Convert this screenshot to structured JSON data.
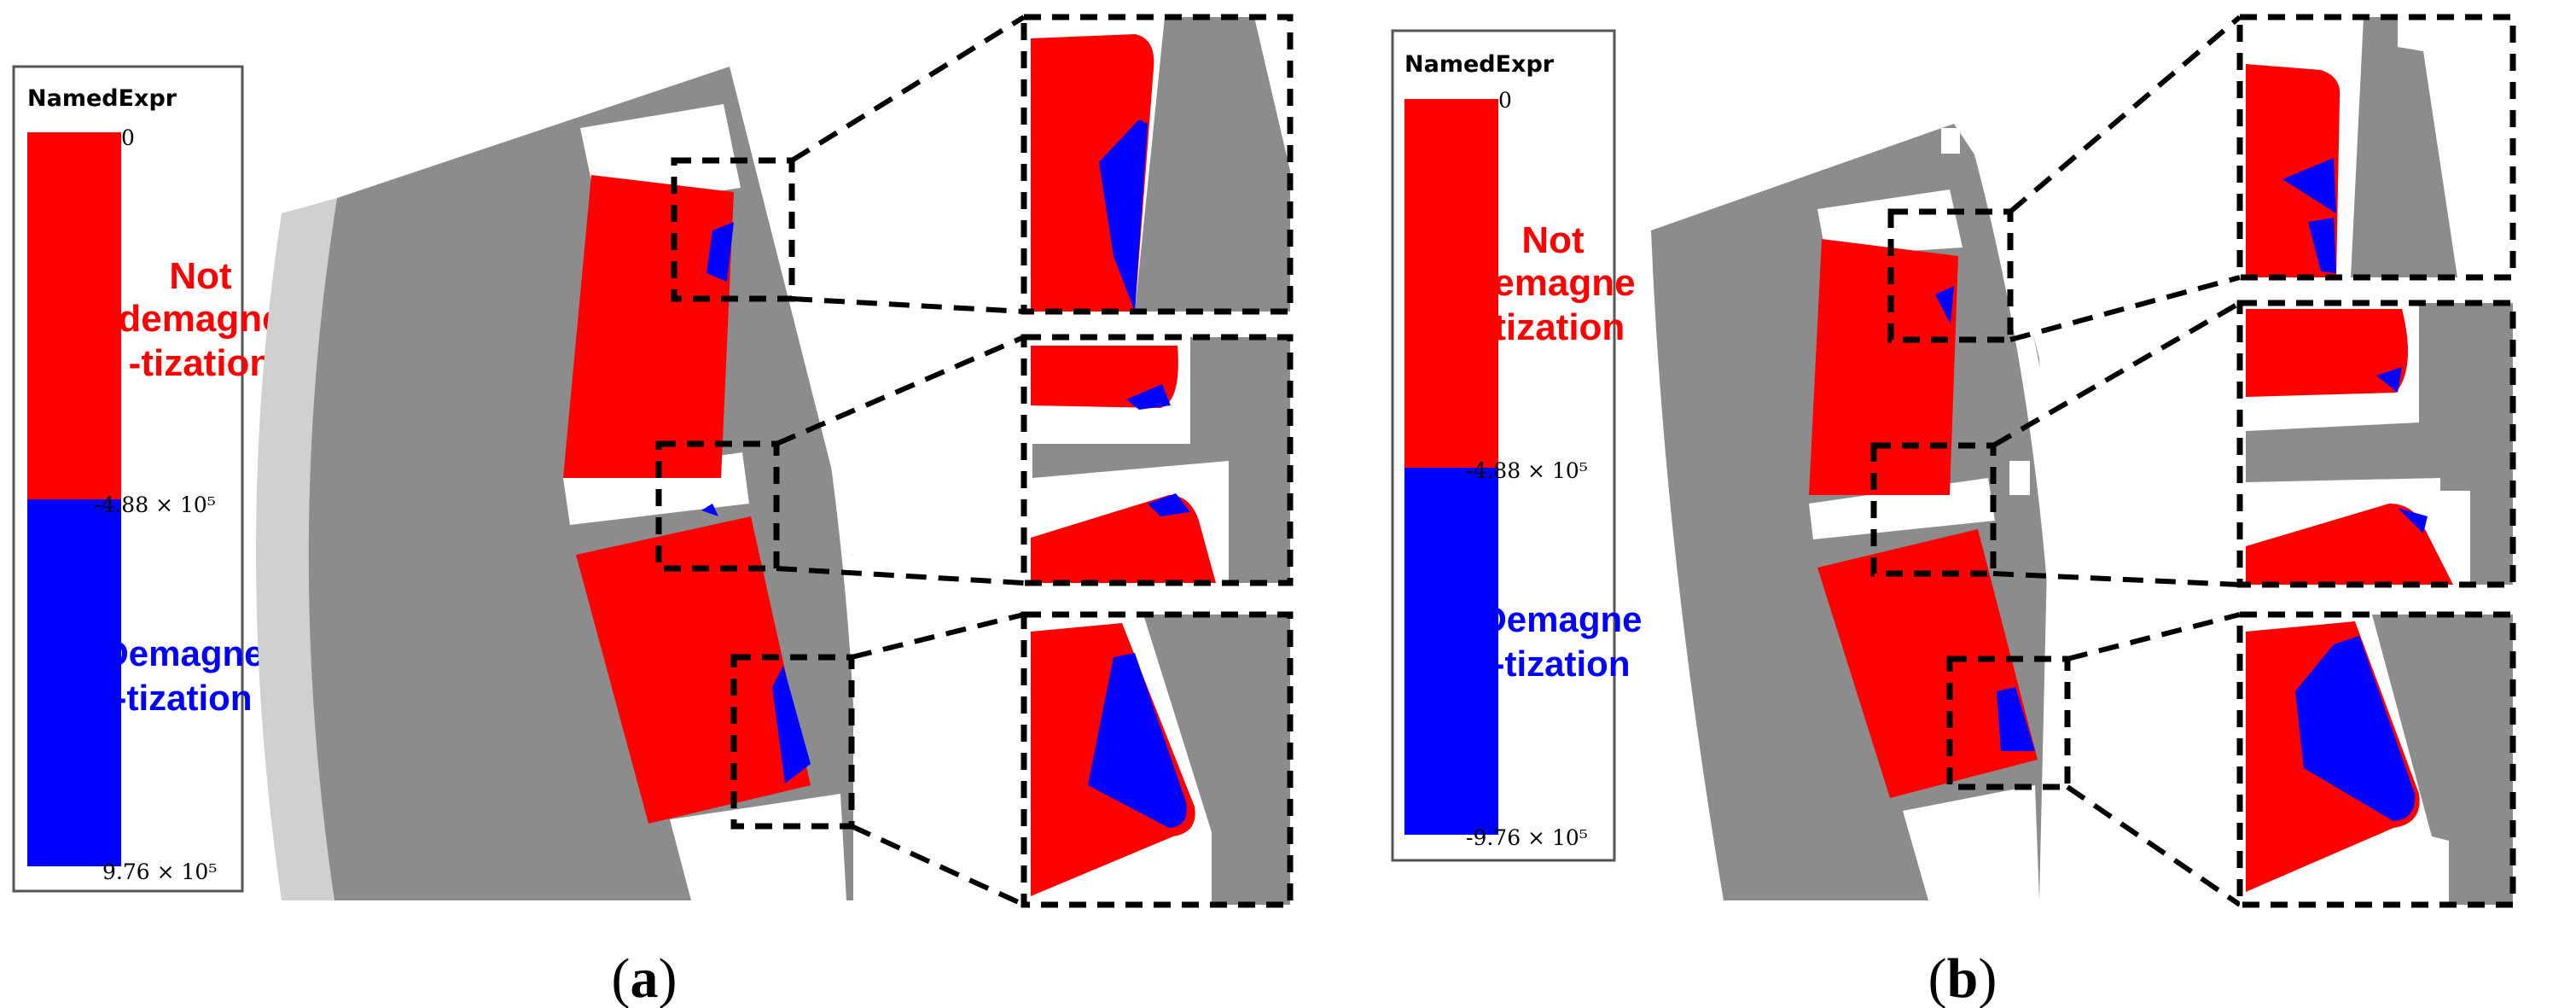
{
  "panels": [
    {
      "id": "a",
      "legend": {
        "title": "NamedExpr",
        "tick_top": "0",
        "tick_mid": "-4.88 × 10⁵",
        "tick_bottom": "9.76 × 10⁵",
        "red_label_lines": [
          "Not",
          "demagne",
          "-tization"
        ],
        "blue_label_lines": [
          "Demagne",
          "-tization"
        ]
      },
      "caption": {
        "open": "(",
        "letter": "a",
        "close": ")"
      }
    },
    {
      "id": "b",
      "legend": {
        "title": "NamedExpr",
        "tick_top": "0",
        "tick_mid": "-4.88 × 10⁵",
        "tick_bottom": "-9.76 × 10⁵",
        "red_label_lines": [
          "Not",
          "demagne",
          "-tization"
        ],
        "blue_label_lines": [
          "Demagne",
          "-tization"
        ]
      },
      "caption": {
        "open": "(",
        "letter": "b",
        "close": ")"
      }
    }
  ],
  "colors": {
    "not_demagnetization": "#ff0000",
    "demagnetization": "#0000ff",
    "stator_core": "#8c8c8c",
    "outer_ring": "#d0d0d0"
  }
}
